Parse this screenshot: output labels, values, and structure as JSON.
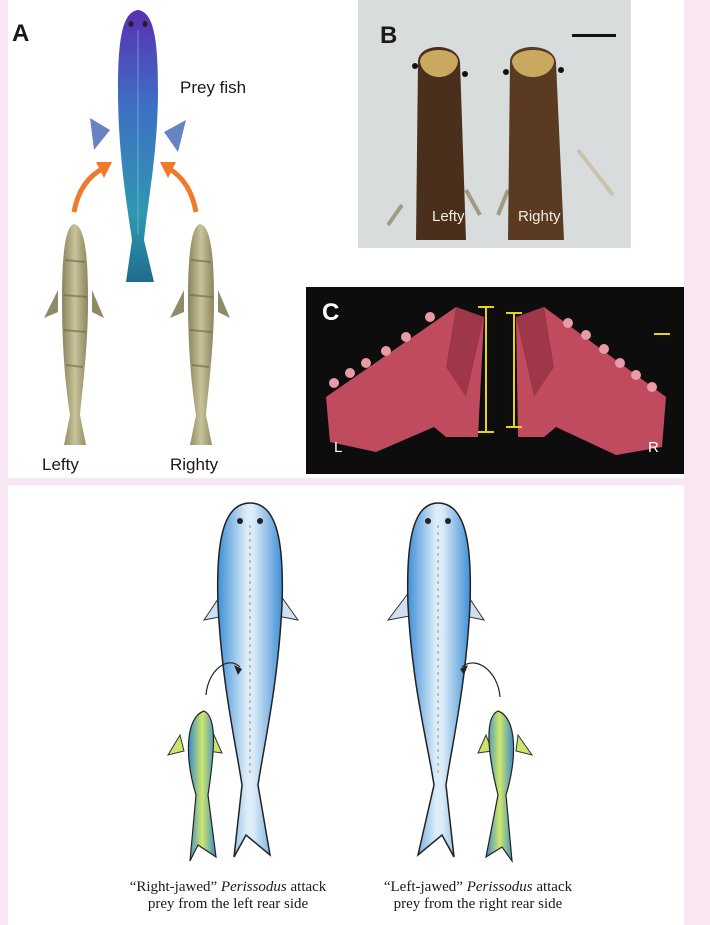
{
  "panel_a": {
    "letter": "A",
    "prey_label": "Prey fish",
    "left_label": "Lefty",
    "right_label": "Righty",
    "arrow_color": "#f07a2a"
  },
  "panel_b": {
    "letter": "B",
    "left_label": "Lefty",
    "right_label": "Righty"
  },
  "panel_c": {
    "letter": "C",
    "left_mark": "L",
    "right_mark": "R",
    "measure_color": "#e8d21a"
  },
  "bottom": {
    "left_caption": {
      "pre": "“Right-jawed” ",
      "genus": "Perissodus",
      "post": " attack",
      "line2": "prey from the left rear side"
    },
    "right_caption": {
      "pre": "“Left-jawed” ",
      "genus": "Perissodus",
      "post": " attack",
      "line2": "prey from the right rear side"
    }
  }
}
